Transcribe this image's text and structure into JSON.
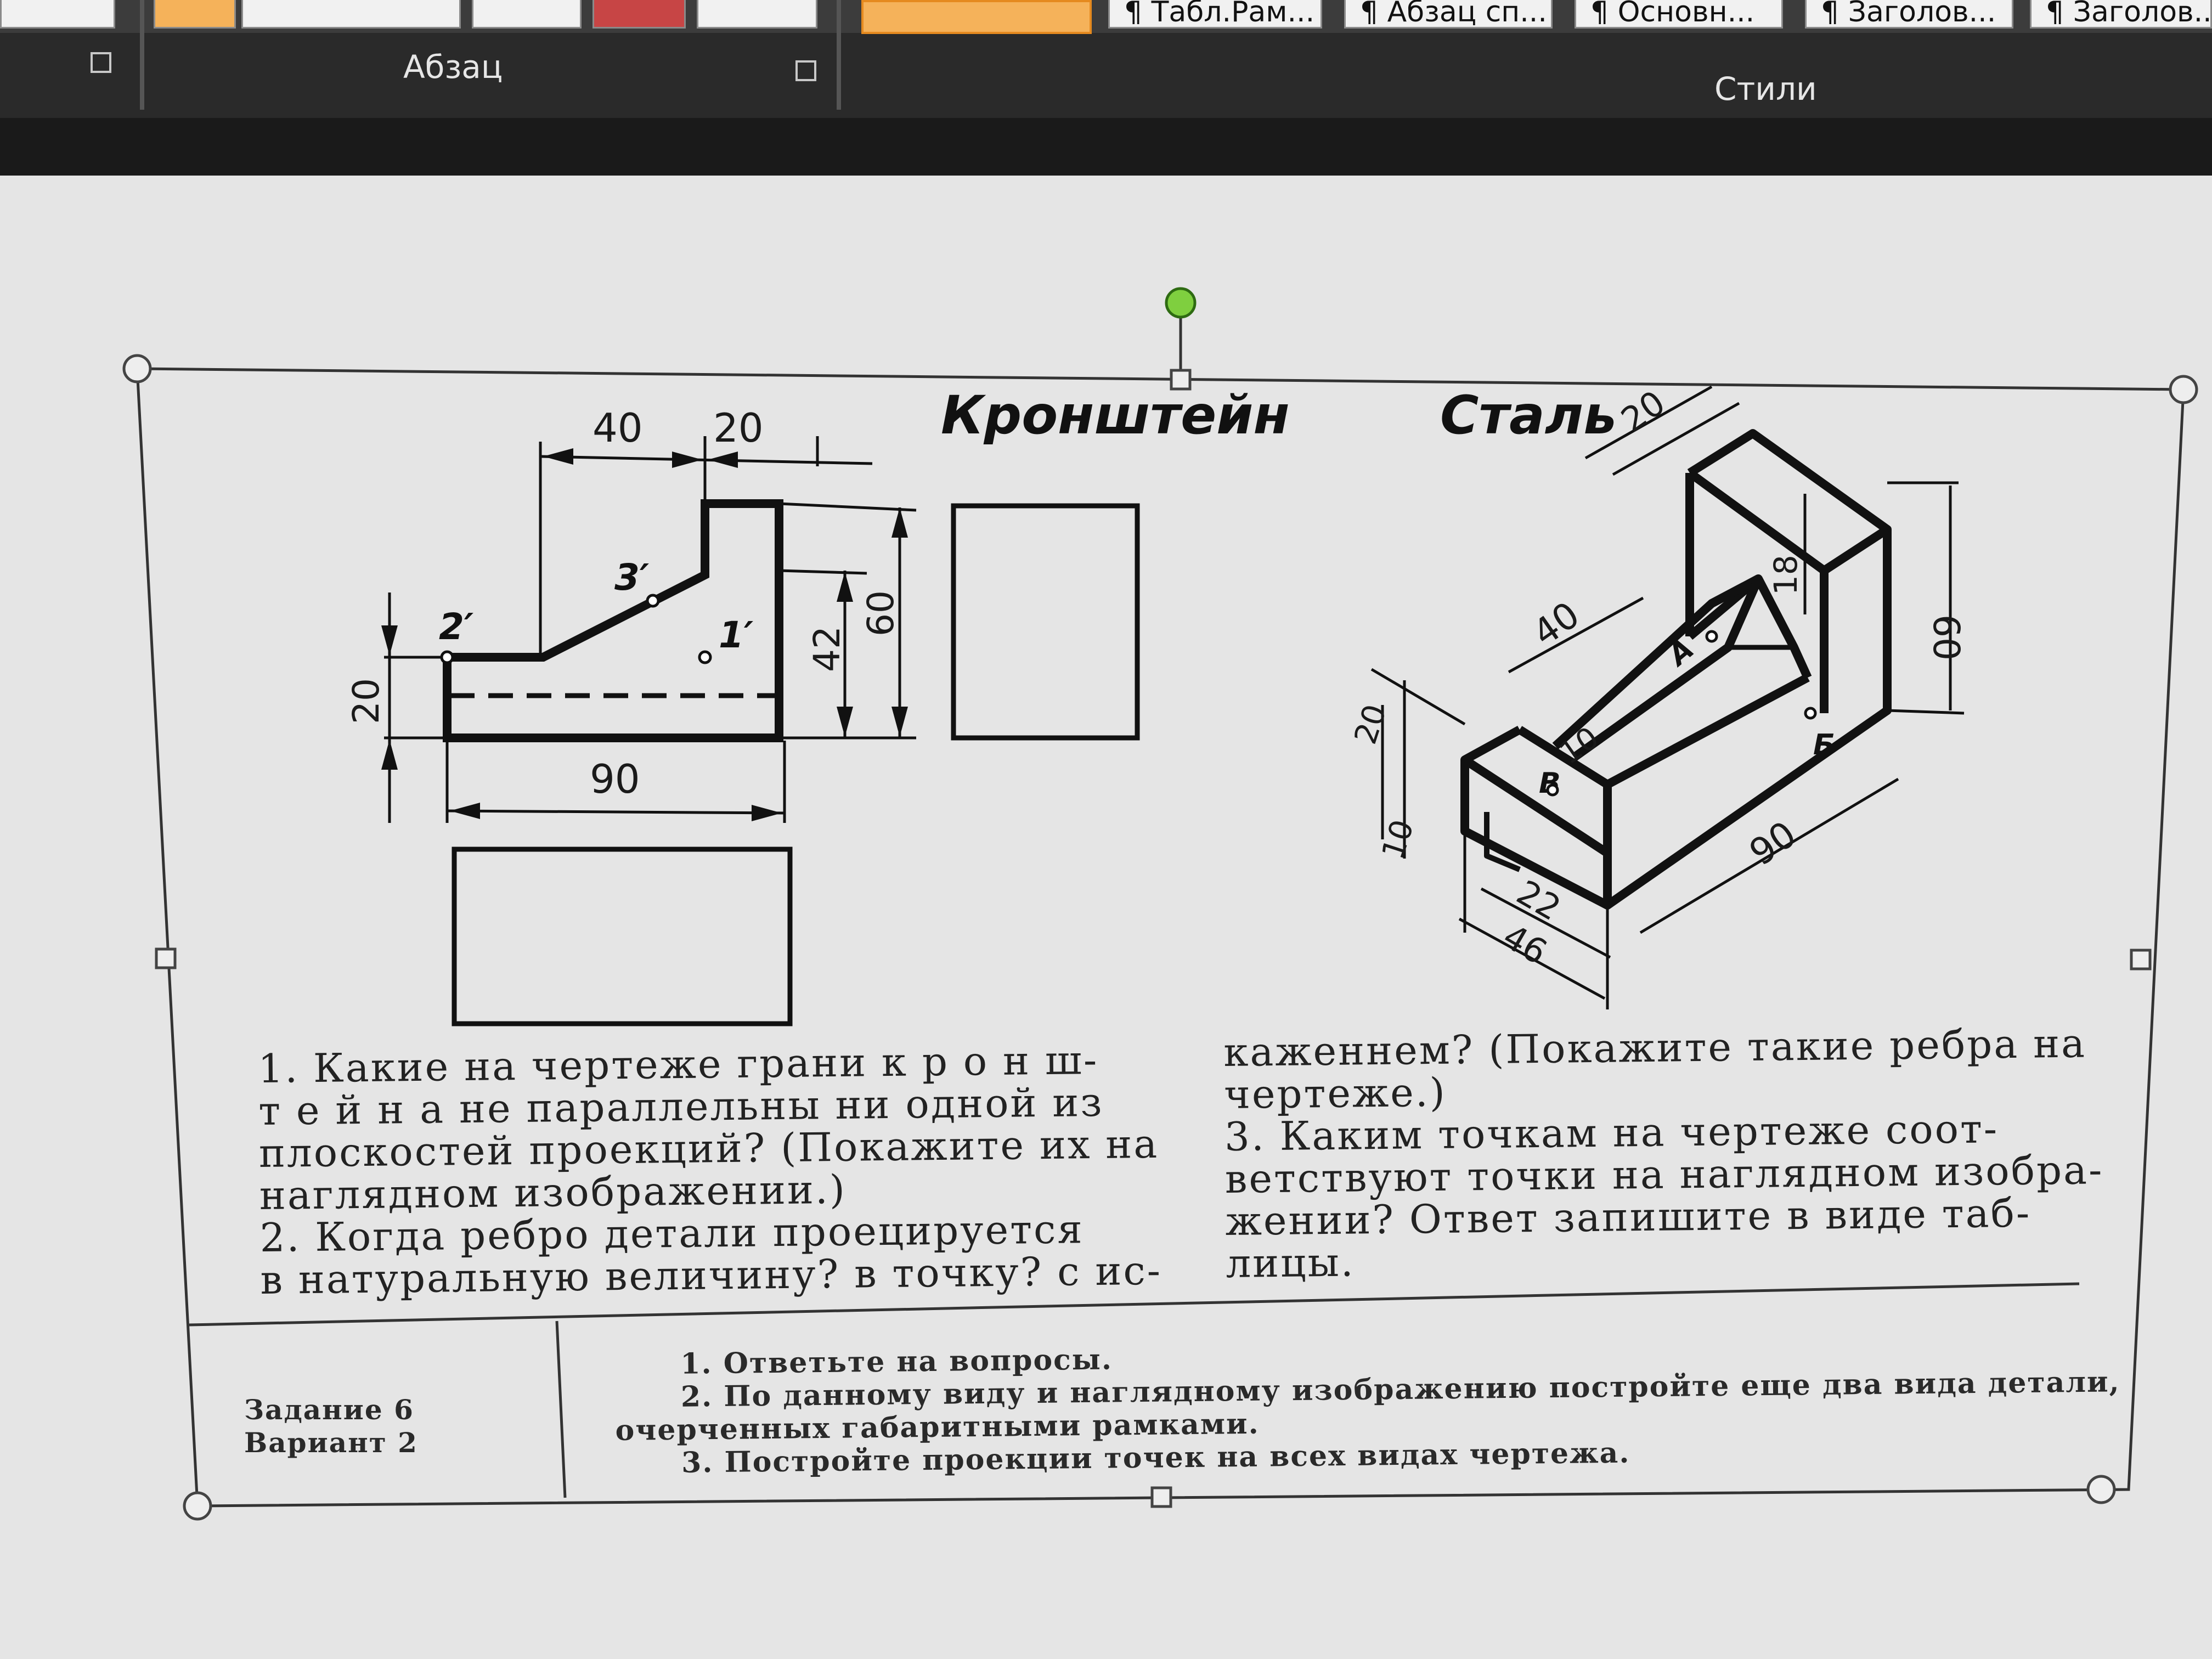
{
  "ribbon": {
    "group_paragraph": "Абзац",
    "group_styles": "Стили",
    "style_buttons": [
      "¶ Табл.Рам...",
      "¶ Абзац сп...",
      "¶ Основн...",
      "¶ Заголов...",
      "¶ Заголов..."
    ]
  },
  "drawing": {
    "title": "Кронштейн",
    "material": "Сталь",
    "front_view_dims": {
      "d40": "40",
      "d20top": "20",
      "d20left": "20",
      "d90": "90",
      "d42": "42",
      "d60": "60"
    },
    "points": {
      "p1": "1′",
      "p2": "2′",
      "p3": "3′"
    },
    "iso_dims": {
      "d20": "20",
      "d18": "18",
      "d60": "60",
      "d40": "40",
      "d10a": "10",
      "d20b": "20",
      "d10b": "10",
      "d22": "22",
      "d46": "46",
      "d90": "90"
    },
    "iso_points": {
      "a": "А",
      "b": "Б",
      "v": "В"
    }
  },
  "questions": {
    "left": [
      "1. Какие на чертеже грани к р о н ш-",
      "т е й н а  не параллельны  ни  одной  из",
      "плоскостей  проекций? (Покажите их на",
      "наглядном изображении.)",
      "2. Когда ребро детали проецируется",
      "в натуральную величину? в точку? с ис-"
    ],
    "right": [
      "каженнем?  (Покажите  такие  ребра  на",
      "чертеже.)",
      "3. Каким  точкам  на  чертеже  соот-",
      "ветствуют  точки  на  наглядном  изобра-",
      "жении?  Ответ  запишите   в   виде  таб-",
      "лицы."
    ]
  },
  "task": {
    "label_line1": "Задание 6",
    "label_line2": "Вариант 2",
    "items": [
      "1. Ответьте на вопросы.",
      "2. По данному виду и наглядному изображению постройте еще два вида детали,",
      "очерченных габаритными рамками.",
      "3. Постройте проекции точек на всех видах чертежа."
    ]
  }
}
